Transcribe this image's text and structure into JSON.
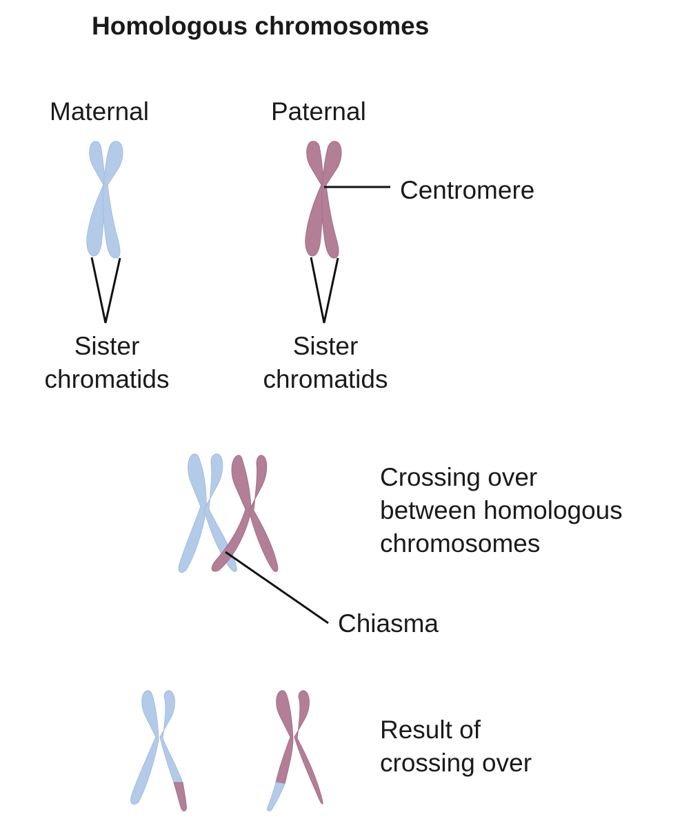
{
  "title": "Homologous chromosomes",
  "labels": {
    "maternal": "Maternal",
    "paternal": "Paternal",
    "centromere": "Centromere",
    "sister_chromatids_maternal": [
      "Sister",
      "chromatids"
    ],
    "sister_chromatids_paternal": [
      "Sister",
      "chromatids"
    ],
    "crossing_over": [
      "Crossing over",
      "between homologous",
      "chromosomes"
    ],
    "chiasma": "Chiasma",
    "result": [
      "Result of",
      "crossing over"
    ]
  },
  "colors": {
    "maternal": "#b3cbe8",
    "paternal": "#b27f97",
    "line": "#111111",
    "text": "#1a1a1a"
  }
}
